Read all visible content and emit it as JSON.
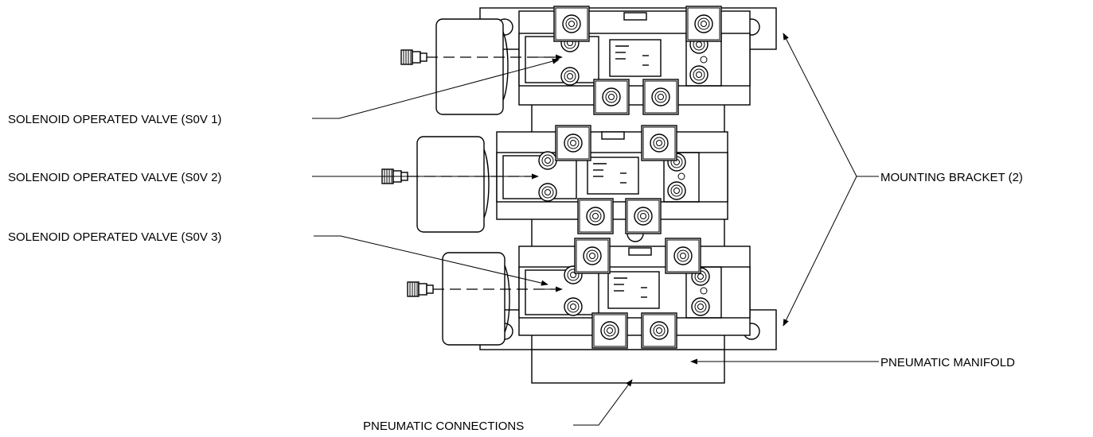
{
  "labels": {
    "sov1": "SOLENOID OPERATED VALVE (S0V 1)",
    "sov2": "SOLENOID OPERATED VALVE (S0V 2)",
    "sov3": "SOLENOID OPERATED VALVE (S0V 3)",
    "bracket": "MOUNTING BRACKET (2)",
    "manifold": "PNEUMATIC MANIFOLD",
    "connections": "PNEUMATIC CONNECTIONS"
  }
}
